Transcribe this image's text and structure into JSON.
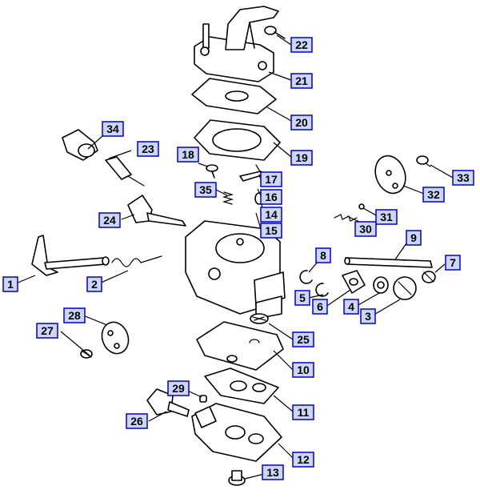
{
  "callouts": [
    "1",
    "2",
    "3",
    "4",
    "5",
    "6",
    "7",
    "8",
    "9",
    "10",
    "11",
    "12",
    "13",
    "14",
    "15",
    "16",
    "17",
    "18",
    "19",
    "20",
    "21",
    "22",
    "23",
    "24",
    "25",
    "26",
    "27",
    "28",
    "29",
    "30",
    "31",
    "32",
    "33",
    "34",
    "35"
  ],
  "colors": {
    "callout_fill": "#ccd6ff",
    "callout_border": "#0000cc",
    "line": "#000000",
    "background": "#ffffff"
  }
}
